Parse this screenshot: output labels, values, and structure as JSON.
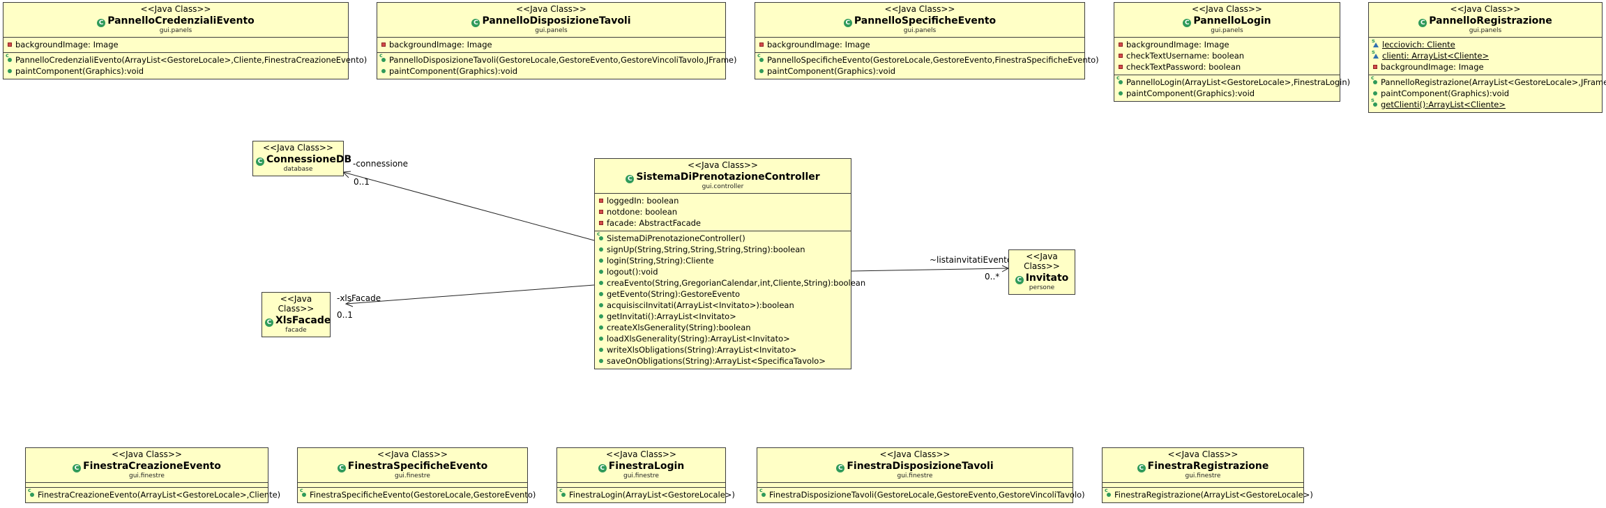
{
  "stereotype": "<<Java Class>>",
  "classes": {
    "pannelloCredenziali": {
      "name": "PannelloCredenzialiEvento",
      "package": "gui.panels",
      "attributes": [
        "backgroundImage: Image"
      ],
      "operations": [
        "PannelloCredenzialiEvento(ArrayList<GestoreLocale>,Cliente,FinestraCreazioneEvento)",
        "paintComponent(Graphics):void"
      ]
    },
    "pannelloDisposizione": {
      "name": "PannelloDisposizioneTavoli",
      "package": "gui.panels",
      "attributes": [
        "backgroundImage: Image"
      ],
      "operations": [
        "PannelloDisposizioneTavoli(GestoreLocale,GestoreEvento,GestoreVincoliTavolo,JFrame)",
        "paintComponent(Graphics):void"
      ]
    },
    "pannelloSpecifiche": {
      "name": "PannelloSpecificheEvento",
      "package": "gui.panels",
      "attributes": [
        "backgroundImage: Image"
      ],
      "operations": [
        "PannelloSpecificheEvento(GestoreLocale,GestoreEvento,FinestraSpecificheEvento)",
        "paintComponent(Graphics):void"
      ]
    },
    "pannelloLogin": {
      "name": "PannelloLogin",
      "package": "gui.panels",
      "attributes": [
        "backgroundImage: Image",
        "checkTextUsername: boolean",
        "checkTextPassword: boolean"
      ],
      "operations": [
        "PannelloLogin(ArrayList<GestoreLocale>,FinestraLogin)",
        "paintComponent(Graphics):void"
      ]
    },
    "pannelloRegistrazione": {
      "name": "PannelloRegistrazione",
      "package": "gui.panels",
      "attributes": [
        "lecciovich: Cliente",
        "clienti: ArrayList<Cliente>",
        "backgroundImage: Image"
      ],
      "operations": [
        "PannelloRegistrazione(ArrayList<GestoreLocale>,JFrame)",
        "paintComponent(Graphics):void",
        "getClienti():ArrayList<Cliente>"
      ]
    },
    "connessioneDB": {
      "name": "ConnessioneDB",
      "package": "database"
    },
    "xlsFacade": {
      "name": "XlsFacade",
      "package": "facade"
    },
    "invitato": {
      "name": "Invitato",
      "package": "persone"
    },
    "controller": {
      "name": "SistemaDiPrenotazioneController",
      "package": "gui.controller",
      "attributes": [
        "loggedIn: boolean",
        "notdone: boolean",
        "facade: AbstractFacade"
      ],
      "operations": [
        "SistemaDiPrenotazioneController()",
        "signUp(String,String,String,String,String):boolean",
        "login(String,String):Cliente",
        "logout():void",
        "creaEvento(String,GregorianCalendar,int,Cliente,String):boolean",
        "getEvento(String):GestoreEvento",
        "acquisisciInvitati(ArrayList<Invitato>):boolean",
        "getInvitati():ArrayList<Invitato>",
        "createXlsGenerality(String):boolean",
        "loadXlsGenerality(String):ArrayList<Invitato>",
        "writeXlsObligations(String):ArrayList<Invitato>",
        "saveOnObligations(String):ArrayList<SpecificaTavolo>"
      ]
    },
    "finestraCreazione": {
      "name": "FinestraCreazioneEvento",
      "package": "gui.finestre",
      "operations": [
        "FinestraCreazioneEvento(ArrayList<GestoreLocale>,Cliente)"
      ]
    },
    "finestraSpecifiche": {
      "name": "FinestraSpecificheEvento",
      "package": "gui.finestre",
      "operations": [
        "FinestraSpecificheEvento(GestoreLocale,GestoreEvento)"
      ]
    },
    "finestraLogin": {
      "name": "FinestraLogin",
      "package": "gui.finestre",
      "operations": [
        "FinestraLogin(ArrayList<GestoreLocale>)"
      ]
    },
    "finestraDisposizione": {
      "name": "FinestraDisposizioneTavoli",
      "package": "gui.finestre",
      "operations": [
        "FinestraDisposizioneTavoli(GestoreLocale,GestoreEvento,GestoreVincoliTavolo)"
      ]
    },
    "finestraRegistrazione": {
      "name": "FinestraRegistrazione",
      "package": "gui.finestre",
      "operations": [
        "FinestraRegistrazione(ArrayList<GestoreLocale>)"
      ]
    }
  },
  "associations": {
    "connessione": {
      "role": "-connessione",
      "multiplicity": "0..1"
    },
    "xlsFacade": {
      "role": "-xlsFacade",
      "multiplicity": "0..1"
    },
    "invitati": {
      "role": "~listainvitatiEvento",
      "multiplicity": "0..*"
    }
  },
  "colors": {
    "box_fill": "#ffffc6",
    "box_border": "#3c3c3c",
    "class_icon": "#2f9a5a",
    "private_marker": "#d24b4b"
  }
}
